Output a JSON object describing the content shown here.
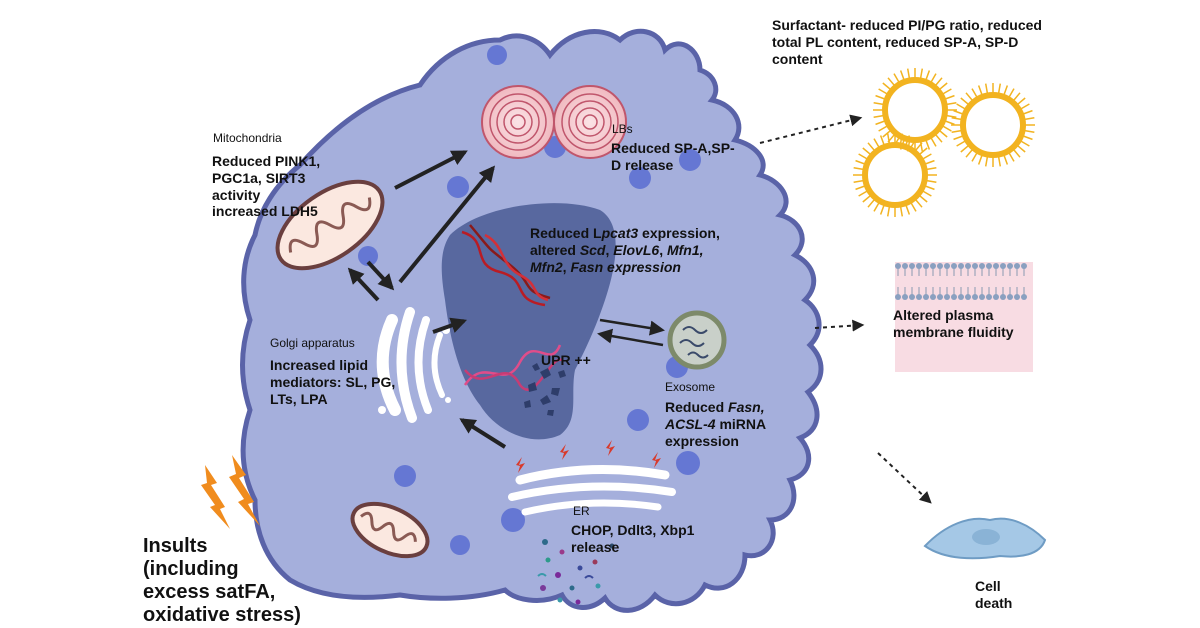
{
  "colors": {
    "cell_fill": "#a5afdc",
    "cell_stroke": "#5a63a8",
    "nucleus": "#58689f",
    "vesicle": "#6577d3",
    "arrow": "#222222",
    "lightning": "#f08c1e",
    "surfactant": "#f2b320",
    "membrane_bg": "#f8dce3",
    "cell_death": "#a5c8e6"
  },
  "icons": [
    "mitochondria-icon",
    "lamellar-body-icon",
    "golgi-icon",
    "er-icon",
    "exosome-icon",
    "dna-icon",
    "lightning-icon",
    "surfactant-vesicle-icon",
    "membrane-bilayer-icon",
    "dead-cell-icon"
  ],
  "labels": {
    "mito_title": "Mitochondria",
    "mito_text": [
      "Reduced PINK1,",
      "PGC1a, SIRT3",
      "activity",
      "increased LDH5"
    ],
    "lbs_title": "LBs",
    "lbs_text": [
      "Reduced SP-A,SP-",
      "D release"
    ],
    "golgi_title": "Golgi apparatus",
    "golgi_text": [
      "Increased lipid",
      "mediators: SL, PG,",
      "LTs, LPA"
    ],
    "nucleus_line1_a": "Reduced L",
    "nucleus_line1_b": "pcat3",
    "nucleus_line1_c": " expression,",
    "nucleus_line2_a": "altered ",
    "nucleus_line2_b": "Scd",
    "nucleus_line2_c": ", ",
    "nucleus_line2_d": "ElovL6",
    "nucleus_line2_e": ", ",
    "nucleus_line2_f": "Mfn1,",
    "nucleus_line3_a": "Mfn2",
    "nucleus_line3_b": ", ",
    "nucleus_line3_c": "Fasn",
    "nucleus_line3_d": " expression",
    "upr": "UPR ++",
    "exosome_title": "Exosome",
    "exosome_line1_a": "Reduced ",
    "exosome_line1_b": "Fasn,",
    "exosome_line2_a": "ACSL-4",
    "exosome_line2_b": " miRNA",
    "exosome_line3": "expression",
    "er_title": "ER",
    "er_text": [
      "CHOP, Ddlt3, Xbp1",
      "release"
    ],
    "surfactant_text": [
      "Surfactant- reduced PI/PG ratio, reduced",
      "total PL content, reduced SP-A, SP-D",
      "content"
    ],
    "membrane_text": [
      "Altered plasma",
      "membrane fluidity"
    ],
    "cell_death": [
      "Cell",
      "death"
    ],
    "insults": [
      "Insults",
      "(including",
      "excess satFA,",
      "oxidative stress)"
    ]
  }
}
